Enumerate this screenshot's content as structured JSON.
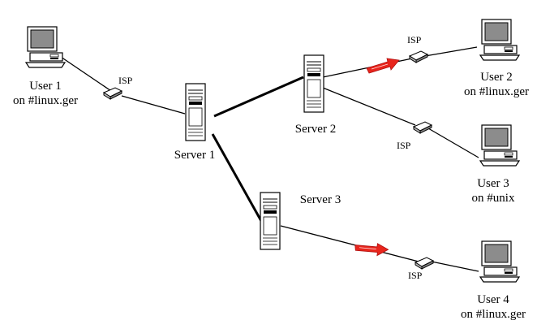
{
  "diagram": {
    "nodes": {
      "user1": {
        "line1": "User 1",
        "line2": "on #linux.ger"
      },
      "user2": {
        "line1": "User 2",
        "line2": "on #linux.ger"
      },
      "user3": {
        "line1": "User 3",
        "line2": "on #unix"
      },
      "user4": {
        "line1": "User 4",
        "line2": "on #linux.ger"
      },
      "server1": {
        "label": "Server 1"
      },
      "server2": {
        "label": "Server 2"
      },
      "server3": {
        "label": "Server 3"
      }
    },
    "isp_label": "ISP",
    "colors": {
      "line": "#000000",
      "arrow": "#e8251c",
      "monitor_screen": "#8c8c8c",
      "device_fill": "#ffffff"
    },
    "icons": {
      "workstation": "computer-icon",
      "server": "server-tower-icon",
      "isp": "modem-icon",
      "message": "red-arrow-icon"
    }
  }
}
